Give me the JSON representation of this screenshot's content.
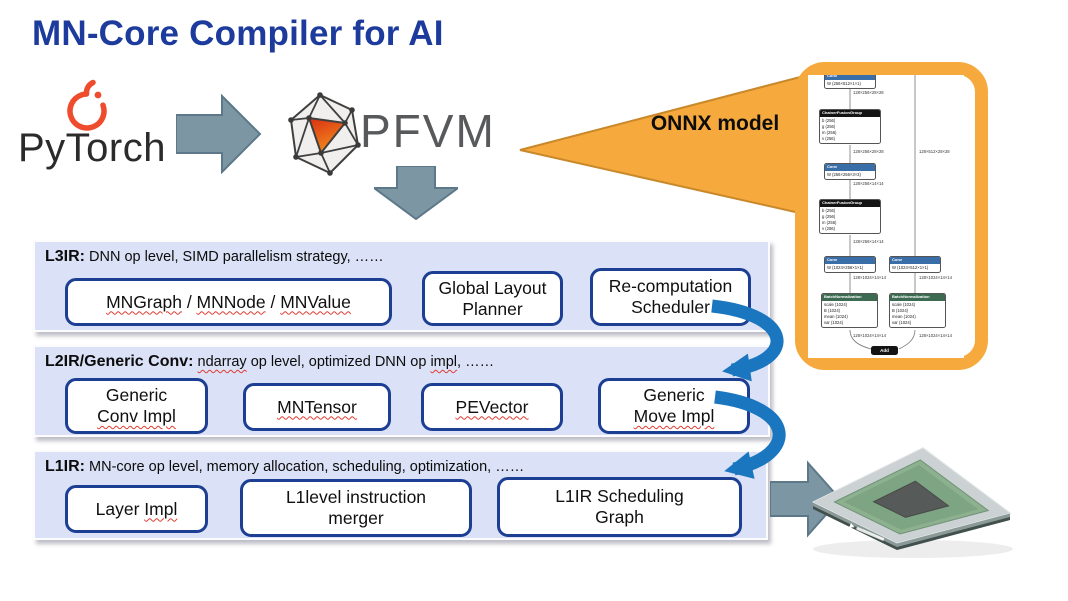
{
  "title": "MN-Core Compiler for AI",
  "pipeline": {
    "pytorch_label": "PyTorch",
    "pfvm_label": "PFVM",
    "onnx_callout_label": "ONNX model"
  },
  "layers": [
    {
      "name": "L3IR:",
      "desc": "DNN op level, SIMD parallelism strategy, ……",
      "boxes": {
        "b1": {
          "s1": "MNGraph",
          "sep1": " / ",
          "s2": "MNNode",
          "sep2": " / ",
          "s3": "MNValue"
        },
        "b2": {
          "l1": "Global Layout",
          "l2": "Planner"
        },
        "b3": {
          "l1": "Re-computation",
          "l2": "Scheduler"
        }
      }
    },
    {
      "name": "L2IR/Generic Conv:",
      "desc": {
        "s1": "ndarray",
        "s2": " op level, optimized DNN op ",
        "s3": "impl",
        "s4": ", ……"
      },
      "boxes": {
        "b1": {
          "l1": "Generic",
          "l2": "Conv Impl"
        },
        "b2": {
          "l1": "MNTensor"
        },
        "b3": {
          "l1": "PEVector"
        },
        "b4": {
          "l1": "Generic",
          "l2": "Move Impl"
        }
      }
    },
    {
      "name": "L1IR:",
      "desc": "MN-core op level, memory allocation, scheduling, optimization, ……",
      "boxes": {
        "b1": {
          "s1": "Layer ",
          "s2": "Impl"
        },
        "b2": {
          "l1": "L1level instruction",
          "l2": "merger"
        },
        "b3": {
          "l1": "L1IR Scheduling",
          "l2": "Graph"
        }
      }
    }
  ],
  "onnx_graph": {
    "nodes": {
      "conv1": {
        "title": "Conv",
        "w": "W (256×512×1×1)"
      },
      "cfg1": {
        "title": "ChainerFusionGroup",
        "rows": [
          "b (256)",
          "g (256)",
          "m (256)",
          "v (256)"
        ]
      },
      "conv2": {
        "title": "Conv",
        "w": "W (256×256×3×3)"
      },
      "cfg2": {
        "title": "ChainerFusionGroup",
        "rows": [
          "b (256)",
          "g (256)",
          "m (256)",
          "v (256)"
        ]
      },
      "conv3": {
        "title": "Conv",
        "w": "W (1024×256×1×1)"
      },
      "conv4": {
        "title": "Conv",
        "w": "W (1024×512×1×1)"
      },
      "bn1": {
        "title": "BatchNormalization",
        "rows": [
          "scale (1024)",
          "B (1024)",
          "mean (1024)",
          "var (1024)"
        ]
      },
      "bn2": {
        "title": "BatchNormalization",
        "rows": [
          "scale (1024)",
          "B (1024)",
          "mean (1024)",
          "var (1024)"
        ]
      },
      "add": {
        "title": "Add"
      }
    },
    "edge_labels": {
      "e1": "128×256×28×28",
      "e2": "128×256×28×28",
      "skip": "128×512×28×28",
      "e3": "128×256×14×14",
      "e4": "128×256×14×14",
      "e5": "128×1024×14×14",
      "e6": "128×1024×14×14",
      "e7": "128×1024×14×14",
      "e8": "128×1024×14×14"
    }
  },
  "colors": {
    "title_blue": "#1c3b9c",
    "panel_lavender": "#dbe1f6",
    "box_border_navy": "#1c3f94",
    "callout_orange": "#f6a93c",
    "callout_orange_border": "#c9882a",
    "flow_arrow_blue": "#1b76c0",
    "slate_arrow": "#7c96a4",
    "pytorch_orange": "#ee4c2c",
    "pfvm_text_gray": "#58595b",
    "conv_node_blue": "#3a6ea8",
    "fusion_node_black": "#141414",
    "batchnorm_node_green": "#3c6b52"
  }
}
